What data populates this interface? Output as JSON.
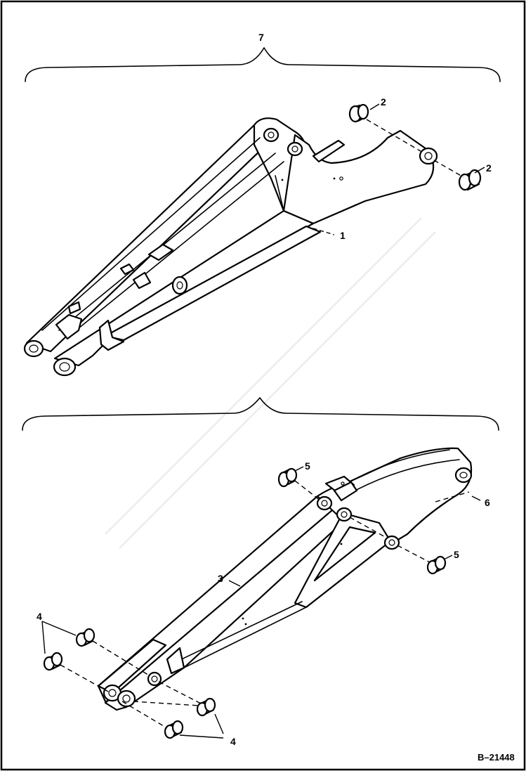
{
  "callouts": {
    "c1": "1",
    "c2a": "2",
    "c2b": "2",
    "c3": "3",
    "c4a": "4",
    "c4b": "4",
    "c5a": "5",
    "c5b": "5",
    "c6": "6",
    "c7": "7"
  },
  "reference_number": "B–21448"
}
